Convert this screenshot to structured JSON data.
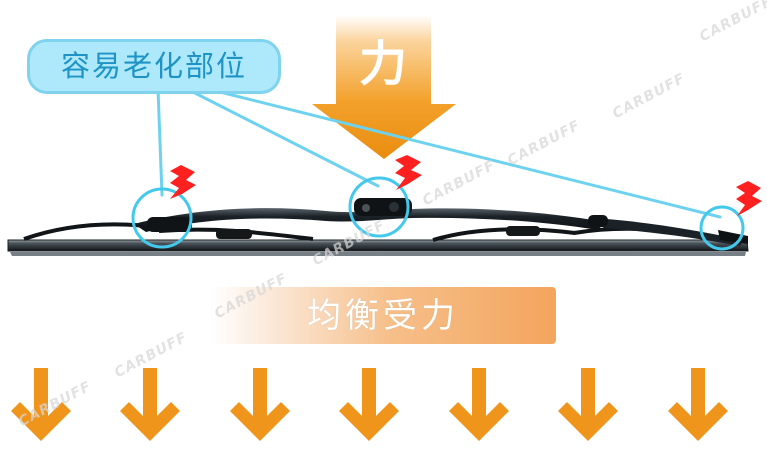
{
  "callout": {
    "text": "容易老化部位"
  },
  "force": {
    "text": "力"
  },
  "balance": {
    "text": "均衡受力"
  },
  "watermark": {
    "text": "CARBUFF"
  },
  "colors": {
    "callout_fill": "#aee9fb",
    "callout_border": "#7fd3ee",
    "callout_text": "#1f93c6",
    "force_orange": "#f39a16",
    "arrow_orange": "#f0951c",
    "highlight_blue": "#44c9ec",
    "lightning_red": "#ff1f1f",
    "wiper_dark": "#1b2227",
    "band_orange": "#f3a55d"
  },
  "icons": {
    "force_arrow": "down-arrow-icon",
    "bottom_arrows": "down-arrow-icon",
    "lightning": "lightning-icon"
  }
}
